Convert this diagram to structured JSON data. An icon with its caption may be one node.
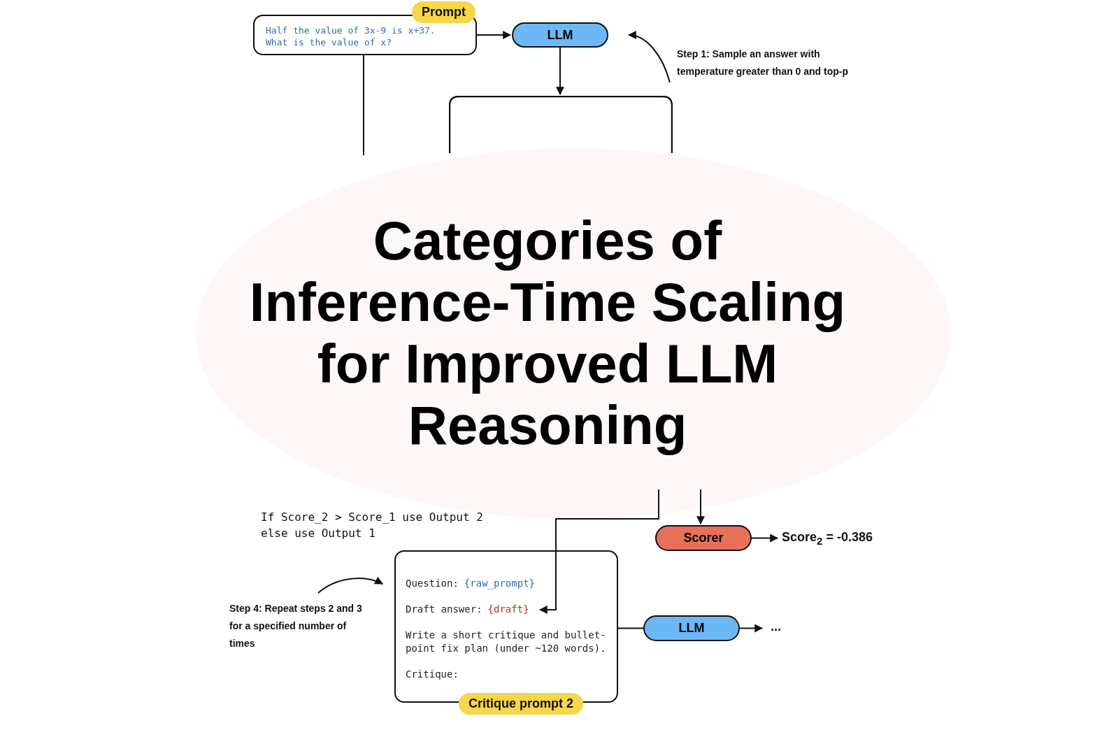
{
  "diagram": {
    "title": "Categories of Inference-Time Scaling for Improved LLM Reasoning",
    "nodes": [
      {
        "text": [
          "Prompt",
          "Half the value of 3x-9 is x+37. What is the value of x?"
        ]
      },
      {
        "text": [
          "LLM"
        ]
      },
      {
        "text": [
          "Step 1: Sample an answer with temperature greater than 0 and top-p"
        ]
      },
      {
        "text": [],
        "shape": "box"
      },
      {
        "text": [
          "Scorer"
        ]
      },
      {
        "text": [
          "Score$_{2}$ = -0.386"
        ]
      },
      {
        "text": [
          "Question:",
          "{raw_prompt}",
          "Draft answer:",
          "{draft}",
          "Write a short critique and bullet-point fix plan (under ~120 words).",
          "Critique:",
          "Critique prompt 2"
        ]
      },
      {
        "text": [
          "Step 4: Repeat steps 2 and 3 for a specified number of times"
        ]
      },
      {
        "text": [
          "LLM"
        ]
      },
      {
        "text": [
          "..."
        ]
      }
    ],
    "edges": [
      {
        "from": 0,
        "to": 1,
        "arrow": "to"
      },
      {
        "from": 1,
        "to": 3,
        "arrow": "to"
      },
      {
        "from": 2,
        "to": 1,
        "arrow": "to"
      },
      {
        "from": 0,
        "to": null,
        "arrow": "none"
      },
      {
        "from": null,
        "to": 4,
        "arrow": "to"
      },
      {
        "from": 4,
        "to": 5,
        "arrow": "to"
      },
      {
        "from": null,
        "to": 6,
        "arrow": "to"
      },
      {
        "from": 7,
        "to": 6,
        "arrow": "to"
      },
      {
        "from": 6,
        "to": 8,
        "arrow": "none"
      },
      {
        "from": 8,
        "to": 9,
        "arrow": "to"
      }
    ],
    "labels": [
      "If Score_2 > Score_1 use Output 2 else use Output 1"
    ]
  }
}
